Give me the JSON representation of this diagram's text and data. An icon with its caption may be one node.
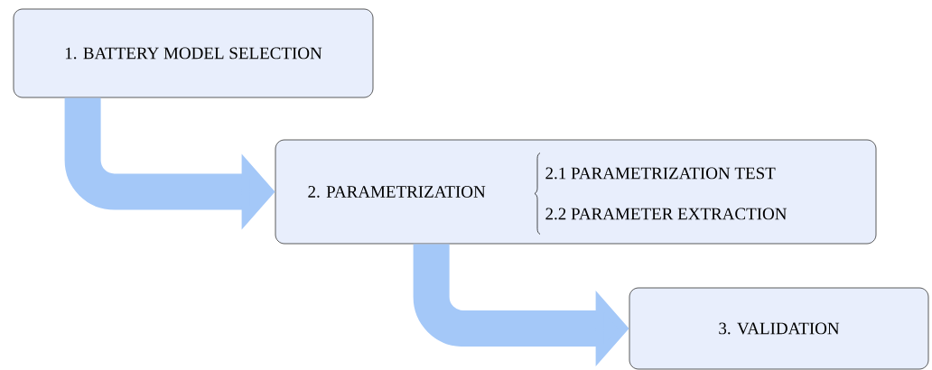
{
  "diagram": {
    "nodes": [
      {
        "text": [
          "1. BATTERY MODEL SELECTION"
        ]
      },
      {
        "text": [
          "2. PARAMETRIZATION",
          "2.1 PARAMETRIZATION TEST",
          "2.2 PARAMETER EXTRACTION"
        ]
      },
      {
        "text": [
          "3. VALIDATION"
        ]
      }
    ],
    "edges": [
      {
        "from": 0,
        "to": 1,
        "arrow": "to"
      },
      {
        "from": 1,
        "to": 2,
        "arrow": "to"
      }
    ]
  }
}
